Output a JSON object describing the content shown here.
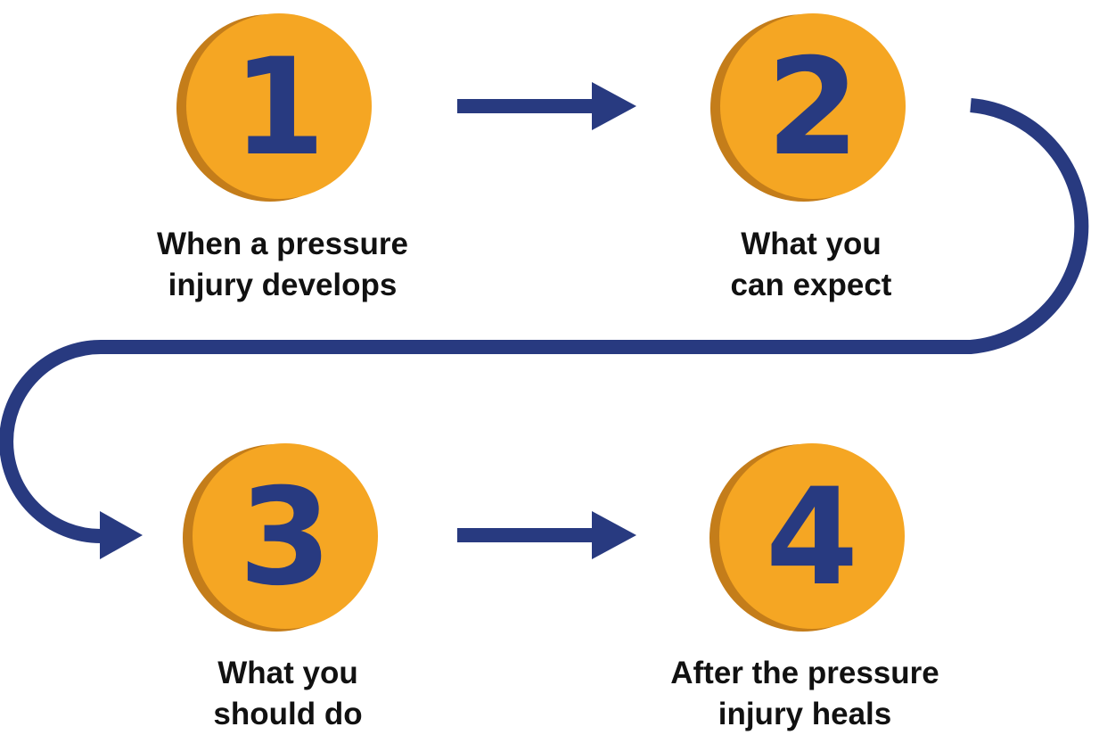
{
  "colors": {
    "circle_fill": "#f5a623",
    "circle_shadow": "#c47d1a",
    "number": "#283a80",
    "connector": "#283a80",
    "label_text": "#111111"
  },
  "steps": [
    {
      "number": "1",
      "line1": "When a pressure",
      "line2": "injury develops"
    },
    {
      "number": "2",
      "line1": "What you",
      "line2": "can expect"
    },
    {
      "number": "3",
      "line1": "What you",
      "line2": "should do"
    },
    {
      "number": "4",
      "line1": "After the pressure",
      "line2": "injury heals"
    }
  ]
}
